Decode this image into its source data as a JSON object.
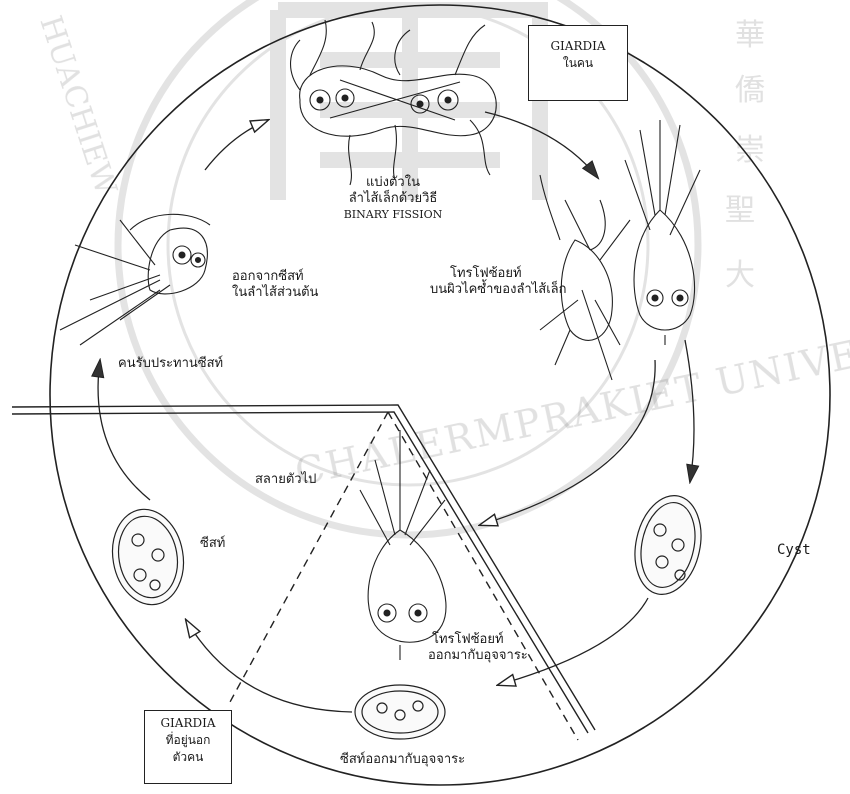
{
  "boxes": {
    "giardia_in_human": {
      "line1": "GIARDIA",
      "line2": "ในคน"
    },
    "giardia_outside": {
      "line1": "GIARDIA",
      "line2": "ที่อยู่นอก",
      "line3": "ตัวคน"
    }
  },
  "labels": {
    "binary_fission_1": "แบ่งตัวใน",
    "binary_fission_2": "ลำไส้เล็กด้วยวิธี",
    "binary_fission_3": "BINARY FISSION",
    "excyst_1": "ออกจากซีสท์",
    "excyst_2": "ในลำไส้ส่วนต้น",
    "trophozoite_epithelium_1": "โทรโฟซ้อยท์",
    "trophozoite_epithelium_2": "บนผิวไคซ้ำของลำไส้เล็ก",
    "ingest_cyst": "คนรับประทานซีสท์",
    "degenerate": "สลายตัวไป",
    "cyst_thai": "ซีสท์",
    "cyst_en": "Cyst",
    "trophozoite_feces_1": "โทรโฟซ้อยท์",
    "trophozoite_feces_2": "ออกมากับอุจจาระ",
    "cyst_feces": "ซีสท์ออกมากับอุจจาระ"
  },
  "watermark": {
    "university_text": "CHALERMPRAKIET UNIVERSITY",
    "side_text": "HUACHIEW",
    "chinese_chars": [
      "華",
      "僑",
      "崇",
      "聖",
      "大"
    ]
  }
}
